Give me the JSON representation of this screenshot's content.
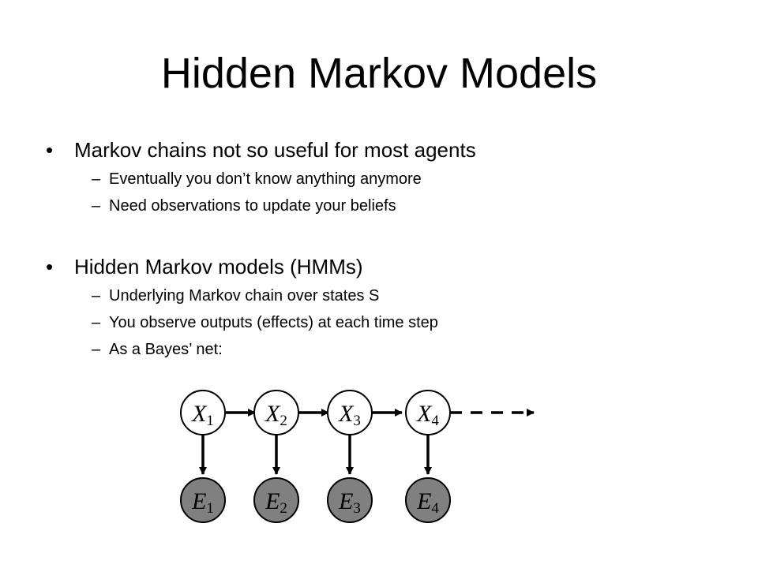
{
  "slide": {
    "title": "Hidden Markov Models",
    "bullet_marker": "•",
    "sub_marker": "–",
    "bullets": [
      {
        "text": "Markov chains not so useful for most agents",
        "subs": [
          "Eventually you don’t know anything anymore",
          "Need observations to update your beliefs"
        ]
      },
      {
        "text": "Hidden Markov models (HMMs)",
        "subs": [
          "Underlying Markov chain over states S",
          "You observe outputs (effects) at each time step",
          "As a Bayes’ net:"
        ]
      }
    ]
  },
  "diagram": {
    "state_nodes": [
      {
        "letter": "X",
        "index": "1"
      },
      {
        "letter": "X",
        "index": "2"
      },
      {
        "letter": "X",
        "index": "3"
      },
      {
        "letter": "X",
        "index": "4"
      }
    ],
    "evidence_nodes": [
      {
        "letter": "E",
        "index": "1"
      },
      {
        "letter": "E",
        "index": "2"
      },
      {
        "letter": "E",
        "index": "3"
      },
      {
        "letter": "E",
        "index": "4"
      }
    ],
    "colors": {
      "state_fill": "#ffffff",
      "evidence_fill": "#808080",
      "stroke": "#000000"
    }
  }
}
